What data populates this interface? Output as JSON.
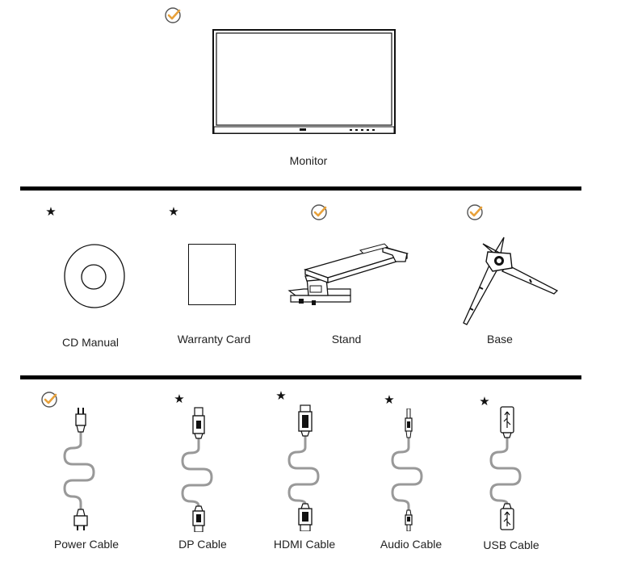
{
  "items": {
    "monitor": {
      "label": "Monitor",
      "mark": "check"
    },
    "cd_manual": {
      "label": "CD Manual",
      "mark": "star"
    },
    "warranty_card": {
      "label": "Warranty Card",
      "mark": "star"
    },
    "stand": {
      "label": "Stand",
      "mark": "check"
    },
    "base": {
      "label": "Base",
      "mark": "check"
    },
    "power_cable": {
      "label": "Power Cable",
      "mark": "check"
    },
    "dp_cable": {
      "label": "DP Cable",
      "mark": "star"
    },
    "hdmi_cable": {
      "label": "HDMI Cable",
      "mark": "star"
    },
    "audio_cable": {
      "label": "Audio Cable",
      "mark": "star"
    },
    "usb_cable": {
      "label": "USB Cable",
      "mark": "star"
    }
  },
  "symbols": {
    "star": "★"
  },
  "colors": {
    "check_accent": "#e8a13a",
    "rule": "#000000"
  }
}
